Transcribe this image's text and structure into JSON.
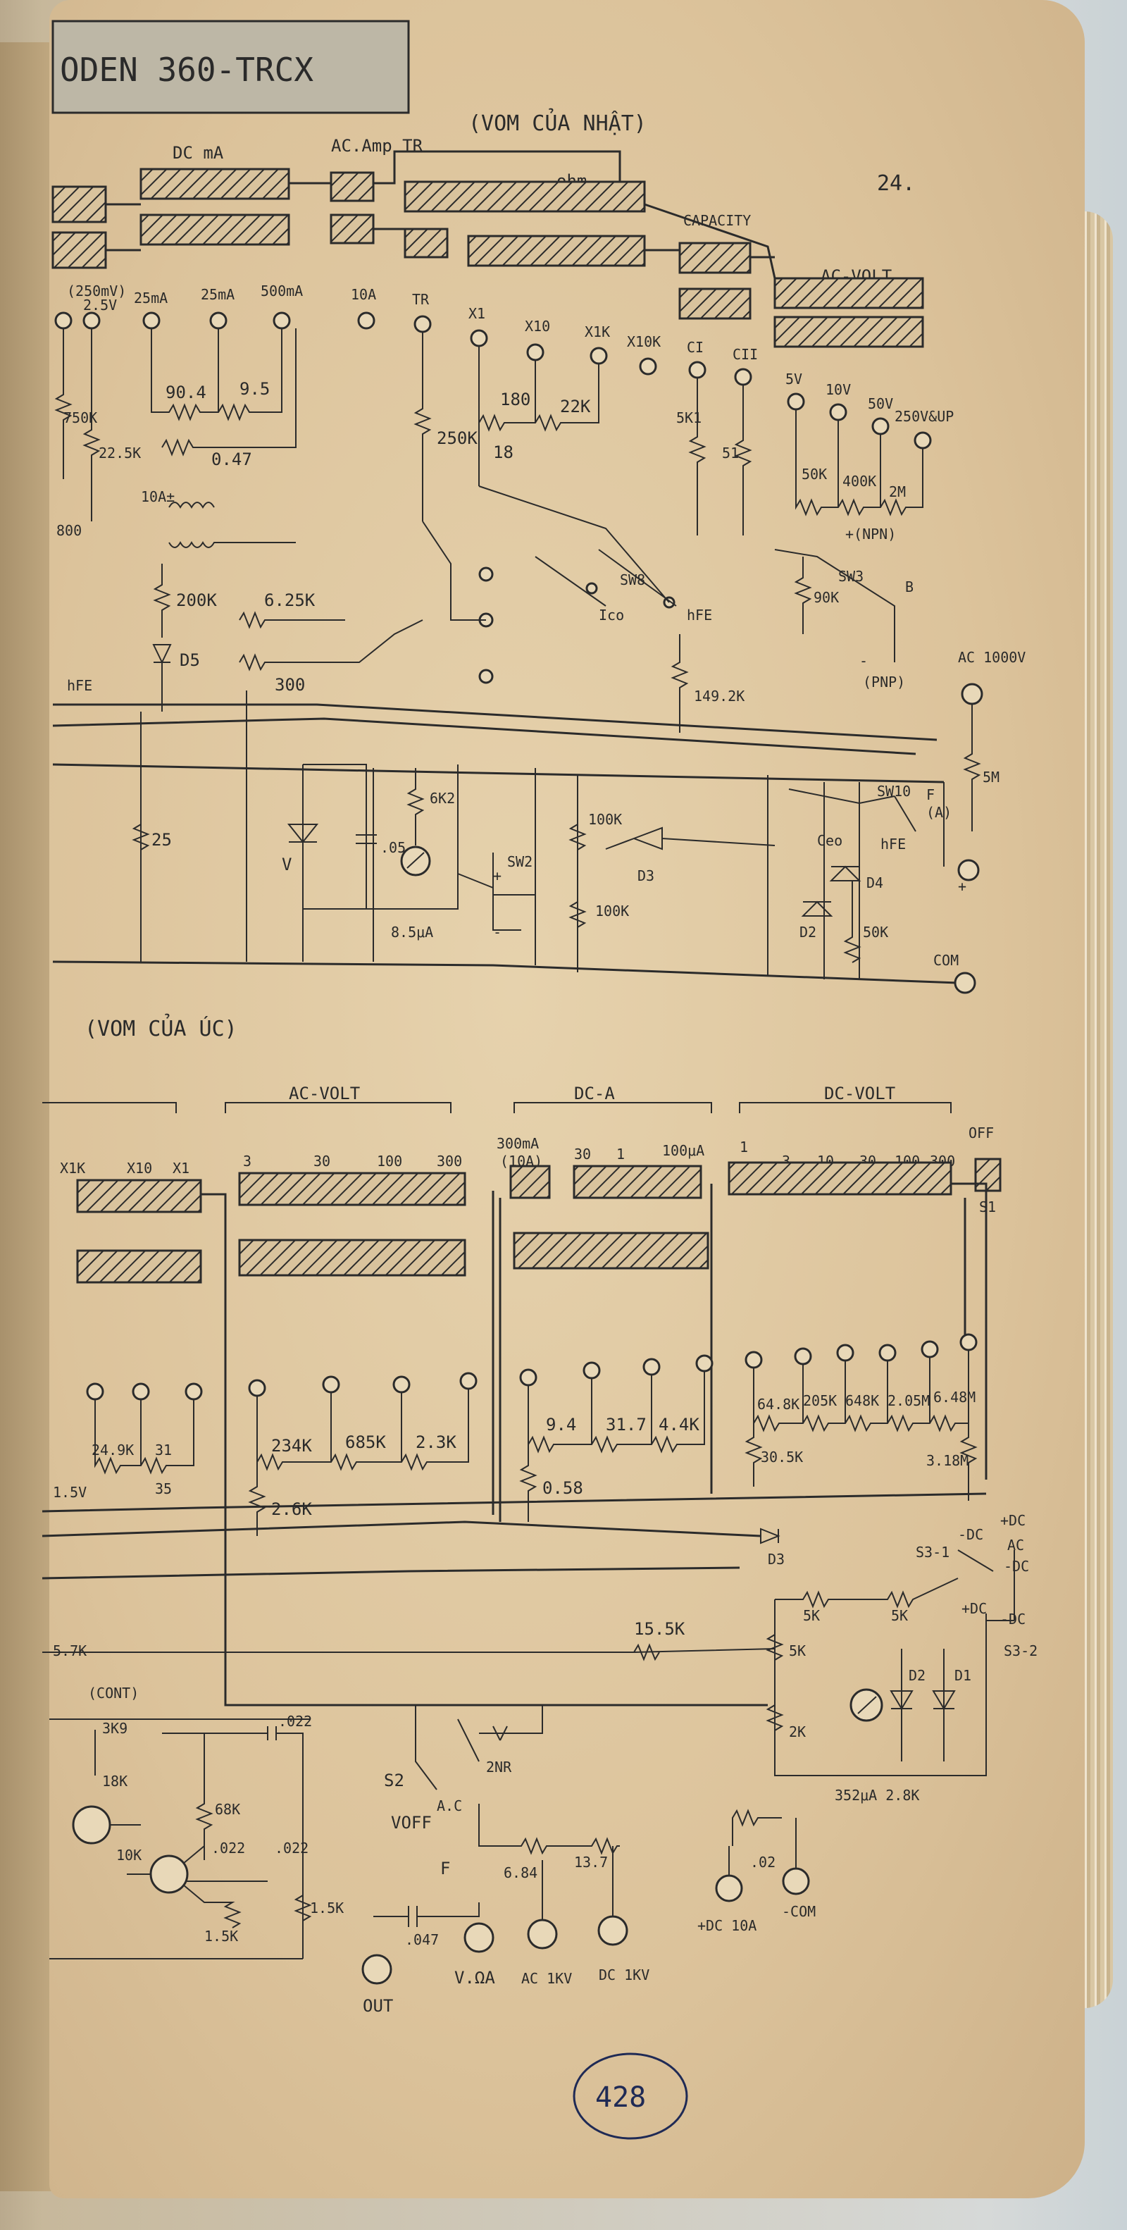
{
  "top": {
    "title": "ODEN 360-TRCX",
    "subtitle": "(VOM CỦA NHẬT)",
    "page_mark": "24.",
    "sections": [
      "DC mA",
      "AC.Amp TR",
      "ohm",
      "CAPACITY",
      "AC-VOLT"
    ],
    "terminals": [
      "(250mV)",
      "2.5V",
      "25mA",
      "25mA",
      "500mA",
      "10A",
      "TR",
      "X1",
      "X10",
      "X1K",
      "X10K",
      "CI",
      "CII",
      "5V",
      "10V",
      "50V",
      "250V&UP"
    ],
    "components": [
      "750K",
      "22.5K",
      "90.4",
      "9.5",
      "0.47",
      "10A±",
      "800",
      "200K",
      "6.25K",
      "300",
      "D5",
      "250K",
      "180",
      "22K",
      "18",
      "5K1",
      "51",
      "50K",
      "400K",
      "2M",
      "+(NPN)",
      "90K",
      "SW3",
      "B",
      "(PNP)",
      "SW8",
      "Ico",
      "hFE",
      "149.2K",
      "AC 1000V",
      "25",
      "6K2",
      ".05",
      "V",
      "8.5μA",
      "SW2",
      "100K",
      "100K",
      "D3",
      "D2",
      "Ceo",
      "D4",
      "50K",
      "SW10",
      "F",
      "(A)",
      "hFE",
      "5M",
      "COM",
      "hFE",
      "+",
      "-",
      "+",
      "-"
    ]
  },
  "bottom": {
    "subtitle": "(VOM CỦA ÚC)",
    "sections": [
      "AC-VOLT",
      "DC-A",
      "DC-VOLT"
    ],
    "range_labels": [
      "X1K",
      "X10",
      "X1",
      "3",
      "30",
      "100",
      "300",
      "300mA",
      "(10A)",
      "30",
      "1",
      "100μA",
      "1",
      "3",
      "10",
      "30",
      "100",
      "300",
      "OFF",
      "S1"
    ],
    "components": [
      "24.9K",
      "31",
      "35",
      "1.5V",
      "234K",
      "685K",
      "2.3K",
      "2.6K",
      "9.4",
      "31.7",
      "4.4K",
      "0.58",
      "64.8K",
      "205K",
      "648K",
      "2.05M",
      "6.48M",
      "30.5K",
      "3.18M",
      "D3",
      "+DC",
      "-DC",
      "S3-1",
      "AC",
      "5K",
      "5K",
      "-DC",
      "+DC",
      "-DC",
      "S3-2",
      "15.5K",
      "5K",
      "2K",
      "D2",
      "D1",
      "352μA 2.8K",
      "(CONT)",
      "3K9",
      "18K",
      "10K",
      ".022",
      "68K",
      ".022",
      ".022",
      "1.5K",
      "1.5K",
      "5.7K",
      "S2",
      "VOFF",
      "A.C",
      "2NR",
      "F",
      "6.84",
      "13.7",
      ".02",
      ".047"
    ],
    "terminals": [
      "OUT",
      "V.ΩA",
      "AC 1KV",
      "DC 1KV",
      "+DC 10A",
      "-COM"
    ],
    "page_number": "428"
  },
  "colors": {
    "paper": "#dcc39b",
    "ink": "#2b2b2b",
    "background": "#cfd6d8"
  }
}
